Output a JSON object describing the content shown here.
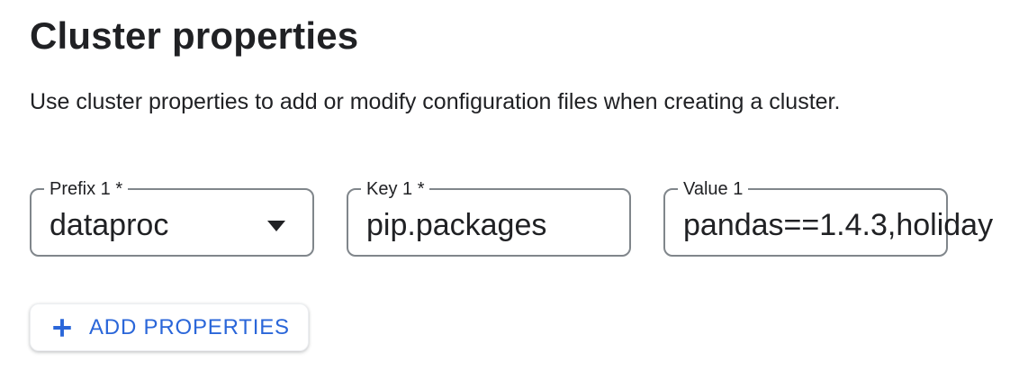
{
  "page": {
    "title": "Cluster properties",
    "description": "Use cluster properties to add or modify configuration files when creating a cluster."
  },
  "fields": [
    {
      "label": "Prefix 1 *",
      "value": "dataproc",
      "type": "dropdown",
      "icon": "dropdown-arrow-icon",
      "required": true
    },
    {
      "label": "Key 1 *",
      "value": "pip.packages",
      "type": "text",
      "required": true
    },
    {
      "label": "Value 1",
      "value": "pandas==1.4.3,holiday",
      "type": "text",
      "required": false
    }
  ],
  "buttons": {
    "add_properties": {
      "label": "ADD PROPERTIES",
      "icon": "plus-icon"
    }
  },
  "colors": {
    "accent_blue": "#2a66d9",
    "text_primary": "#202124",
    "field_border": "#80868b"
  }
}
